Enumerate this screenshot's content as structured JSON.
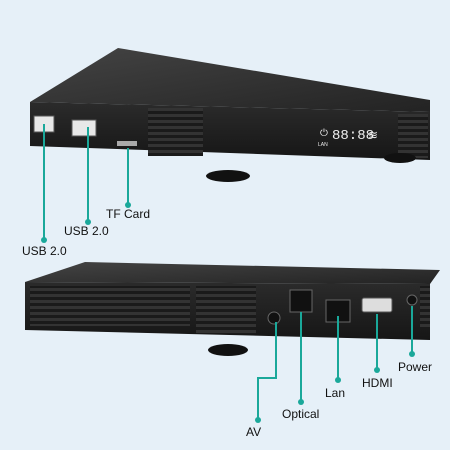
{
  "top_box": {
    "ports": {
      "usb1": "USB 2.0",
      "usb2": "USB 2.0",
      "tf": "TF Card"
    },
    "display": {
      "lan_text": "LAN",
      "digits": "88:88"
    }
  },
  "bottom_box": {
    "ports": {
      "av": "AV",
      "optical": "Optical",
      "lan": "Lan",
      "hdmi": "HDMI",
      "power": "Power"
    }
  },
  "colors": {
    "background": "#e6f0f8",
    "callout": "#1aa89a",
    "box_body": "#2a2a2a",
    "box_top": "#3a3a3a",
    "display": "#f0f0f0"
  }
}
